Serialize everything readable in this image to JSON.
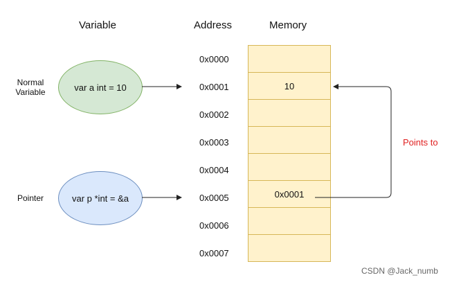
{
  "headers": {
    "variable": "Variable",
    "address": "Address",
    "memory": "Memory"
  },
  "labels": {
    "normal_variable": "Normal\nVariable",
    "pointer": "Pointer"
  },
  "variables": {
    "normal": "var a int = 10",
    "pointer": "var p *int = &a"
  },
  "addresses": [
    "0x0000",
    "0x0001",
    "0x0002",
    "0x0003",
    "0x0004",
    "0x0005",
    "0x0006",
    "0x0007"
  ],
  "memory_values": [
    "",
    "10",
    "",
    "",
    "",
    "0x0001",
    "",
    ""
  ],
  "annotation": "Points to",
  "watermark": "CSDN @Jack_numb",
  "colors": {
    "normal_fill": "#d5e8d4",
    "pointer_fill": "#dae8fc",
    "memory_fill": "#fff2cc",
    "annotation": "#e02020"
  }
}
